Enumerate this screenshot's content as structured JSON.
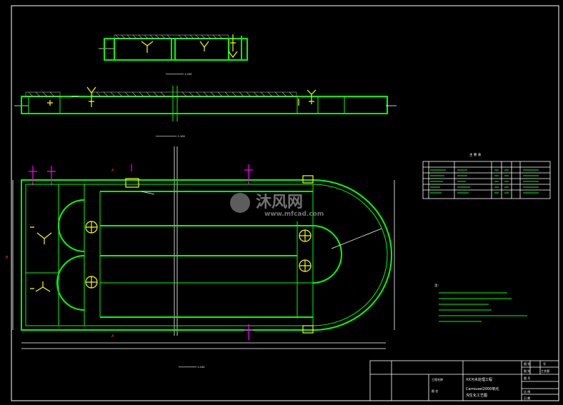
{
  "watermark": {
    "brand": "沐风网",
    "url": "www.mfcad.com"
  },
  "table": {
    "title": "主 要 表",
    "rows": 6,
    "cols": 6
  },
  "notes": {
    "heading": "注:",
    "lines": 6
  },
  "title_block": {
    "project_name_label": "工程名称",
    "project_name_value": "XX污水处理工程",
    "drawing_name_label": "图 名",
    "drawing_name_line1": "Carrousel2000氧化",
    "drawing_name_line2": "沟生化工艺图",
    "sheet_label": "图 号",
    "drawing_no_label": "图 别",
    "drawing_type_value": "工艺图",
    "design_stage_label": "设 计",
    "scale_label": "比 例",
    "date_label": "日 期",
    "right_header_left": "图 别",
    "right_header_right": "号"
  },
  "colors": {
    "background": "#000000",
    "structure": "#00ff00",
    "equipment": "#ffff00",
    "annotation": "#ffffff",
    "marker": "#ff00ff",
    "text_red": "#ff3333"
  }
}
